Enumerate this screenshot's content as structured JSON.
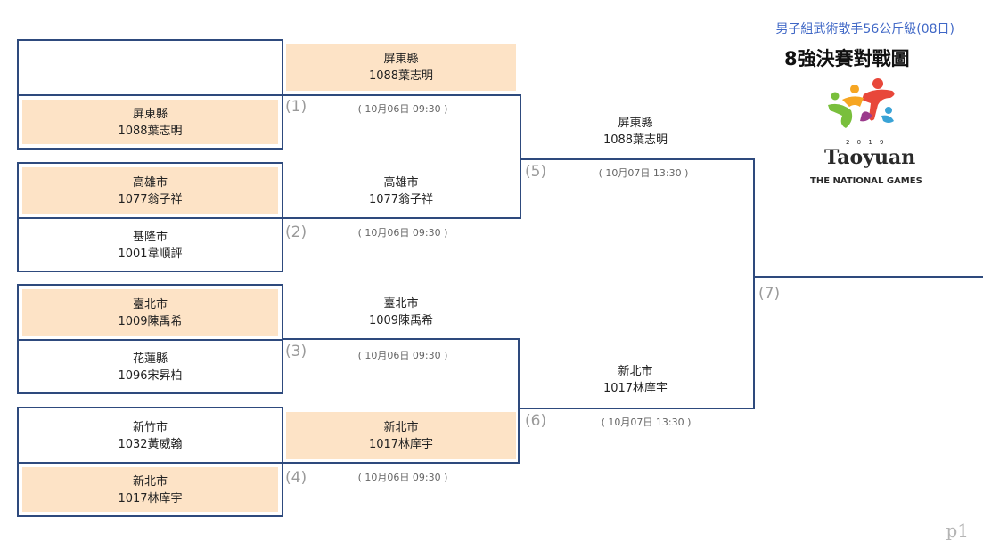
{
  "header": {
    "subtitle": "男子組武術散手56公斤級(08日)",
    "title": "8強決賽對戰圖",
    "page": "p1"
  },
  "logo": {
    "year": "2 0 1 9",
    "wordmark": "Taoyuan",
    "tagline": "THE NATIONAL GAMES"
  },
  "round1": [
    {
      "county": "",
      "player": ""
    },
    {
      "county": "屏東縣",
      "player": "1088葉志明"
    },
    {
      "county": "高雄市",
      "player": "1077翁子祥"
    },
    {
      "county": "基隆市",
      "player": "1001韋順評"
    },
    {
      "county": "臺北市",
      "player": "1009陳禹希"
    },
    {
      "county": "花蓮縣",
      "player": "1096宋昇柏"
    },
    {
      "county": "新竹市",
      "player": "1032黃威翰"
    },
    {
      "county": "新北市",
      "player": "1017林庠宇"
    }
  ],
  "matches": [
    {
      "num": "(1)",
      "time": "( 10月06日 09:30 )",
      "winner_county": "屏東縣",
      "winner_player": "1088葉志明"
    },
    {
      "num": "(2)",
      "time": "( 10月06日 09:30 )",
      "winner_county": "高雄市",
      "winner_player": "1077翁子祥"
    },
    {
      "num": "(3)",
      "time": "( 10月06日 09:30 )",
      "winner_county": "臺北市",
      "winner_player": "1009陳禹希"
    },
    {
      "num": "(4)",
      "time": "( 10月06日 09:30 )",
      "winner_county": "新北市",
      "winner_player": "1017林庠宇"
    },
    {
      "num": "(5)",
      "time": "( 10月07日 13:30 )",
      "winner_county": "屏東縣",
      "winner_player": "1088葉志明"
    },
    {
      "num": "(6)",
      "time": "( 10月07日 13:30 )",
      "winner_county": "新北市",
      "winner_player": "1017林庠宇"
    },
    {
      "num": "(7)"
    }
  ],
  "colors": {
    "border": "#2e4a7d",
    "winner_fill": "#fde3c6",
    "subtitle": "#3f67c6",
    "match_number": "#9a9a9a"
  }
}
